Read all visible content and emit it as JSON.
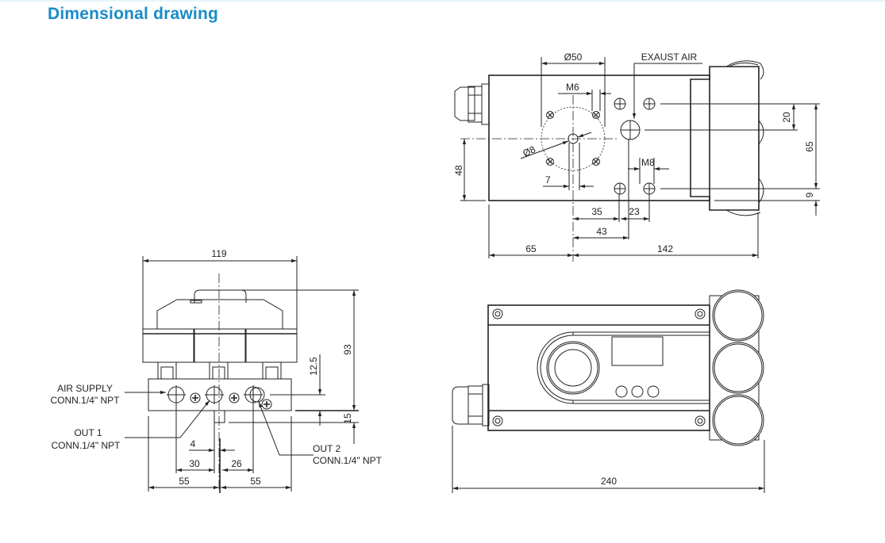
{
  "title": "Dimensional drawing",
  "accent_color": "#1a8bc8",
  "top_view": {
    "dia_50": "Ø50",
    "exhaust_air": "EXAUST AIR",
    "m6": "M6",
    "dia_8": "Ø8",
    "dim_7": "7",
    "dim_48": "48",
    "dim_35": "35",
    "dim_23": "23",
    "dim_43": "43",
    "dim_65_left": "65",
    "dim_142": "142",
    "dim_20": "20",
    "dim_65_right": "65",
    "dim_9": "9",
    "m8": "M8"
  },
  "end_view": {
    "dim_119": "119",
    "dim_93": "93",
    "dim_12_5": "12.5",
    "dim_15": "15",
    "dim_4": "4",
    "dim_30": "30",
    "dim_26": "26",
    "dim_55_left": "55",
    "dim_55_right": "55",
    "air_supply": "AIR SUPPLY",
    "air_supply_conn": "CONN.1/4\" NPT",
    "out1": "OUT 1",
    "out1_conn": "CONN.1/4\" NPT",
    "out2": "OUT 2",
    "out2_conn": "CONN.1/4\" NPT"
  },
  "front_view": {
    "dim_240": "240"
  }
}
